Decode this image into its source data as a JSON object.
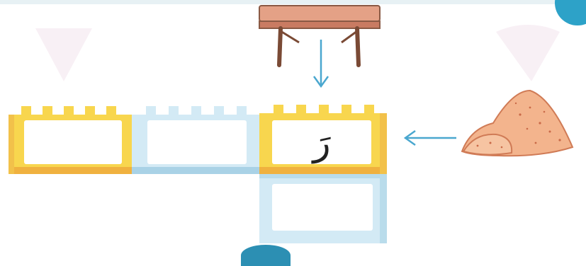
{
  "cells": [
    {
      "id": "left",
      "color": "yellow",
      "letter": ""
    },
    {
      "id": "middle",
      "color": "blue",
      "letter": ""
    },
    {
      "id": "right",
      "color": "yellow",
      "letter": "رَ"
    },
    {
      "id": "below-right",
      "color": "blue",
      "letter": ""
    }
  ],
  "icons": {
    "table": "table-icon",
    "sand": "sand-pile-icon",
    "arrow_down": "arrow-down-icon",
    "arrow_left": "arrow-left-icon"
  },
  "colors": {
    "yellow_brick": "#f7d34c",
    "yellow_brick_dark": "#f0b13f",
    "blue_brick": "#cfe8f3",
    "blue_brick_dark": "#a9d2e6",
    "arrow": "#4aa7cf",
    "table_wood": "#d99076",
    "sand": "#f0a77d"
  }
}
